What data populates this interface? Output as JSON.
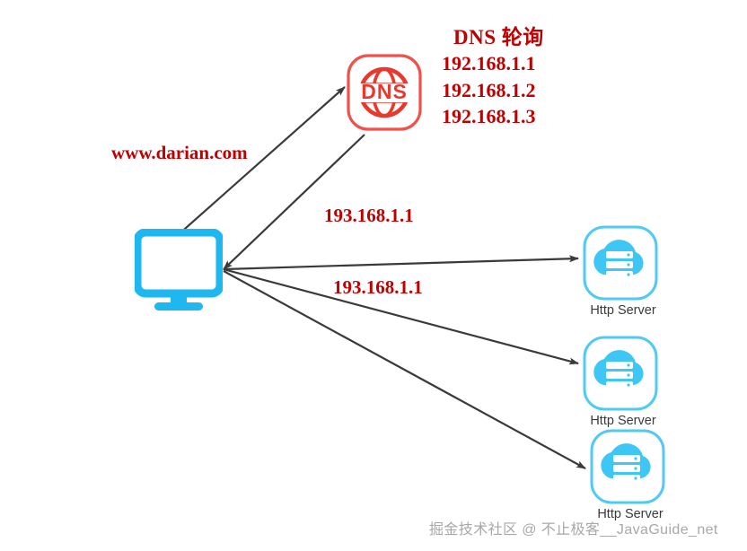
{
  "diagram": {
    "title": "DNS Round Robin Load Balancing Diagram",
    "background": "#ffffff"
  },
  "colors": {
    "red_text": "#C00000",
    "dns_icon": "#F0524B",
    "monitor_cyan": "#1EB7EF",
    "server_cyan": "#3EC6F5",
    "server_border": "#4FC9F5",
    "arrow": "#3a3a3a",
    "caption_gray": "#3a3a3a",
    "watermark_gray": "#a8a8a8"
  },
  "nodes": {
    "dns": {
      "icon": "dns-globe-icon",
      "glyph_text": "DNS"
    },
    "client": {
      "icon": "desktop-monitor-icon"
    },
    "servers": [
      {
        "icon": "cloud-server-icon",
        "caption": "Http Server"
      },
      {
        "icon": "cloud-server-icon",
        "caption": "Http Server"
      },
      {
        "icon": "cloud-server-icon",
        "caption": "Http Server"
      }
    ]
  },
  "labels": {
    "domain": "www.darian.com",
    "dns_title": "DNS 轮询",
    "dns_ips": [
      "192.168.1.1",
      "192.168.1.2",
      "192.168.1.3"
    ],
    "resolved_ip_upper": "193.168.1.1",
    "resolved_ip_lower": "193.168.1.1"
  },
  "watermark": {
    "text": "掘金技术社区 @ 不止极客__JavaGuide_net"
  }
}
